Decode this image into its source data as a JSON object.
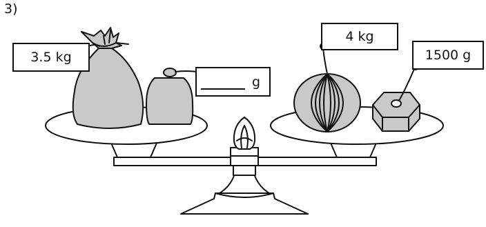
{
  "question_number": "3)",
  "left_pan": {
    "bag_label": "3.5 kg",
    "answer_unit": "g"
  },
  "right_pan": {
    "melon_label": "4 kg",
    "weight_label": "1500 g"
  },
  "colors": {
    "fill_gray": "#c9c9c9",
    "line": "#111111"
  }
}
